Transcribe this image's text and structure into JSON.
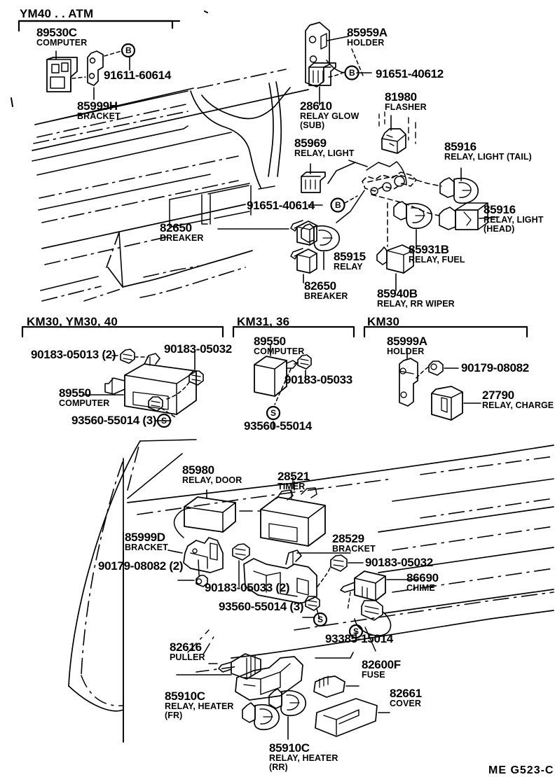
{
  "diagram": {
    "catalog_code": "ME  G523-C",
    "title_groups": [
      {
        "name": "group-ym40-atm",
        "label": "YM40 . . ATM"
      },
      {
        "name": "group-km30-ym30-40",
        "label": "KM30, YM30, 40"
      },
      {
        "name": "group-km31-36",
        "label": "KM31, 36"
      },
      {
        "name": "group-km30",
        "label": "KM30"
      }
    ]
  },
  "callouts": [
    {
      "id": "c1",
      "part": "89530C",
      "desc": "COMPUTER"
    },
    {
      "id": "c2",
      "part": "91611-60614",
      "desc": ""
    },
    {
      "id": "c3",
      "part": "85999H",
      "desc": "BRACKET"
    },
    {
      "id": "c4",
      "part": "85959A",
      "desc": "HOLDER"
    },
    {
      "id": "c5",
      "part": "91651-40612",
      "desc": ""
    },
    {
      "id": "c6",
      "part": "28610",
      "desc": "RELAY GLOW",
      "desc2": "(SUB)"
    },
    {
      "id": "c7",
      "part": "81980",
      "desc": "FLASHER"
    },
    {
      "id": "c8",
      "part": "85969",
      "desc": "RELAY, LIGHT"
    },
    {
      "id": "c9",
      "part": "85916",
      "desc": "RELAY, LIGHT (TAIL)"
    },
    {
      "id": "c10",
      "part": "85916",
      "desc": "RELAY, LIGHT",
      "desc2": "(HEAD)"
    },
    {
      "id": "c11",
      "part": "91651-40614",
      "desc": ""
    },
    {
      "id": "c12",
      "part": "82650",
      "desc": "BREAKER"
    },
    {
      "id": "c13",
      "part": "85915",
      "desc": "RELAY"
    },
    {
      "id": "c14",
      "part": "82650",
      "desc": "BREAKER"
    },
    {
      "id": "c15",
      "part": "85931B",
      "desc": "RELAY, FUEL"
    },
    {
      "id": "c16",
      "part": "85940B",
      "desc": "RELAY, RR WIPER"
    },
    {
      "id": "c17",
      "part": "90183-05013 (2)",
      "desc": ""
    },
    {
      "id": "c18",
      "part": "90183-05032",
      "desc": ""
    },
    {
      "id": "c19",
      "part": "89550",
      "desc": "COMPUTER"
    },
    {
      "id": "c20",
      "part": "93560-55014 (3)",
      "desc": ""
    },
    {
      "id": "c21",
      "part": "89550",
      "desc": "COMPUTER"
    },
    {
      "id": "c22",
      "part": "90183-05033",
      "desc": ""
    },
    {
      "id": "c23",
      "part": "93560-55014",
      "desc": ""
    },
    {
      "id": "c24",
      "part": "85999A",
      "desc": "HOLDER"
    },
    {
      "id": "c25",
      "part": "90179-08082",
      "desc": ""
    },
    {
      "id": "c26",
      "part": "27790",
      "desc": "RELAY, CHARGE"
    },
    {
      "id": "c27",
      "part": "85980",
      "desc": "RELAY, DOOR"
    },
    {
      "id": "c28",
      "part": "28521",
      "desc": "TIMER"
    },
    {
      "id": "c29",
      "part": "85999D",
      "desc": "BRACKET"
    },
    {
      "id": "c30",
      "part": "28529",
      "desc": "BRACKET"
    },
    {
      "id": "c31",
      "part": "90179-08082 (2)",
      "desc": ""
    },
    {
      "id": "c32",
      "part": "90183-05033 (2)",
      "desc": ""
    },
    {
      "id": "c33",
      "part": "90183-05032",
      "desc": ""
    },
    {
      "id": "c34",
      "part": "93560-55014 (3)",
      "desc": ""
    },
    {
      "id": "c35",
      "part": "86690",
      "desc": "CHIME"
    },
    {
      "id": "c36",
      "part": "93385-15014",
      "desc": ""
    },
    {
      "id": "c37",
      "part": "82616",
      "desc": "PULLER"
    },
    {
      "id": "c38",
      "part": "82600F",
      "desc": "FUSE"
    },
    {
      "id": "c39",
      "part": "82661",
      "desc": "COVER"
    },
    {
      "id": "c40",
      "part": "85910C",
      "desc": "RELAY, HEATER",
      "desc2": "(FR)"
    },
    {
      "id": "c41",
      "part": "85910C",
      "desc": "RELAY, HEATER",
      "desc2": "(RR)"
    }
  ],
  "markers": [
    {
      "id": "m1",
      "glyph": "B"
    },
    {
      "id": "m2",
      "glyph": "B"
    },
    {
      "id": "m3",
      "glyph": "B"
    },
    {
      "id": "m4",
      "glyph": "S"
    },
    {
      "id": "m5",
      "glyph": "S"
    },
    {
      "id": "m6",
      "glyph": "S"
    },
    {
      "id": "m7",
      "glyph": "S"
    }
  ],
  "colors": {
    "ink": "#000000",
    "paper": "#ffffff"
  }
}
